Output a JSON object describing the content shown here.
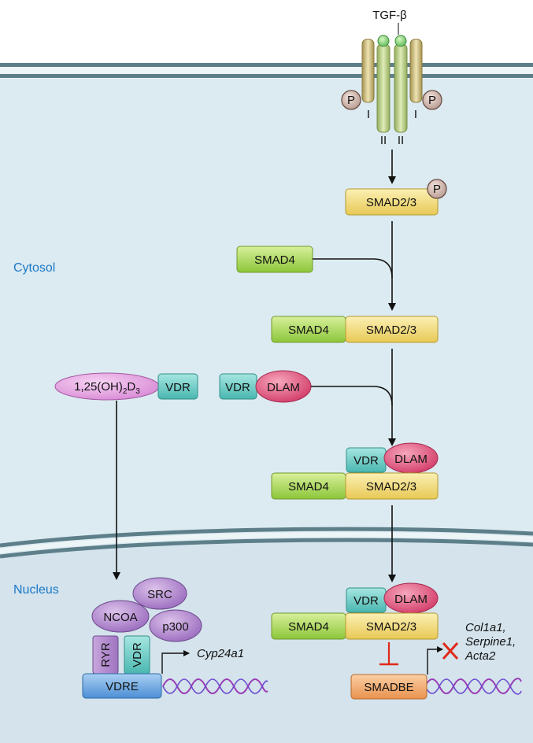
{
  "ligand": {
    "label": "TGF-β"
  },
  "receptor": {
    "phospho_label": "P",
    "type1_label": "I",
    "type2_label": "II"
  },
  "regions": {
    "cytosol": "Cytosol",
    "nucleus": "Nucleus"
  },
  "proteins": {
    "smad23": "SMAD2/3",
    "smad4": "SMAD4",
    "vdr": "VDR",
    "dlam": "DLAM",
    "calcitriol_base": "1,25(OH)",
    "calcitriol_sub1": "2",
    "calcitriol_mid": "D",
    "calcitriol_sub2": "3",
    "src": "SRC",
    "ncoa": "NCOA",
    "p300": "p300",
    "ryr": "RYR",
    "vdre": "VDRE",
    "smadbe": "SMADBE"
  },
  "genes": {
    "vdr_target": "Cyp24a1",
    "smad_targets": [
      "Col1a1,",
      "Serpine1,",
      "Acta2"
    ]
  },
  "colors": {
    "smad23": "#f3dc7a",
    "smad4": "#aedb5f",
    "vdr": "#6dccc6",
    "dlam": "#e0567e",
    "calcitriol": "#e49ae0",
    "coactivator": "#b98ad0",
    "vdre": "#6aa6e0",
    "smadbe": "#f2aa6e",
    "membrane": "#5d7f8a",
    "region_label": "#1a78c8",
    "inhibit": "#e02a1a"
  }
}
